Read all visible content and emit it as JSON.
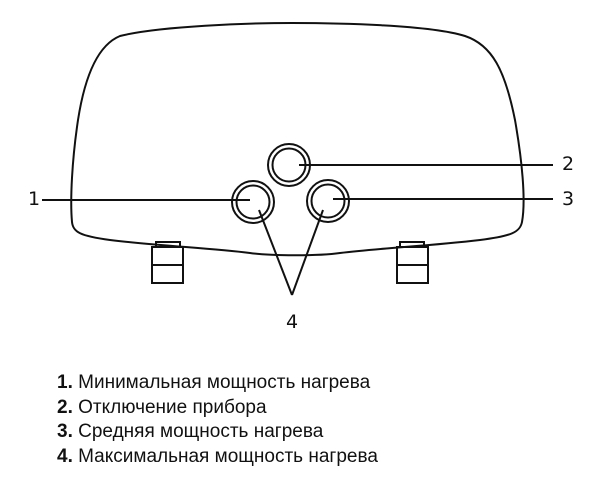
{
  "diagram": {
    "subject": "water-heater-front-panel",
    "callouts": [
      {
        "id": "1",
        "label": "1"
      },
      {
        "id": "2",
        "label": "2"
      },
      {
        "id": "3",
        "label": "3"
      },
      {
        "id": "4",
        "label": "4"
      }
    ],
    "buttons": [
      {
        "callout": "2",
        "name": "power-off-button"
      },
      {
        "callout": "1",
        "name": "min-power-button"
      },
      {
        "callout": "3",
        "name": "mid-power-button"
      }
    ],
    "stroke_color": "#111111"
  },
  "legend": {
    "items": [
      {
        "num": "1.",
        "text": "Минимальная мощность нагрева"
      },
      {
        "num": "2.",
        "text": "Отключение прибора"
      },
      {
        "num": "3.",
        "text": "Средняя мощность нагрева"
      },
      {
        "num": "4.",
        "text": "Максимальная мощность нагрева"
      }
    ]
  }
}
